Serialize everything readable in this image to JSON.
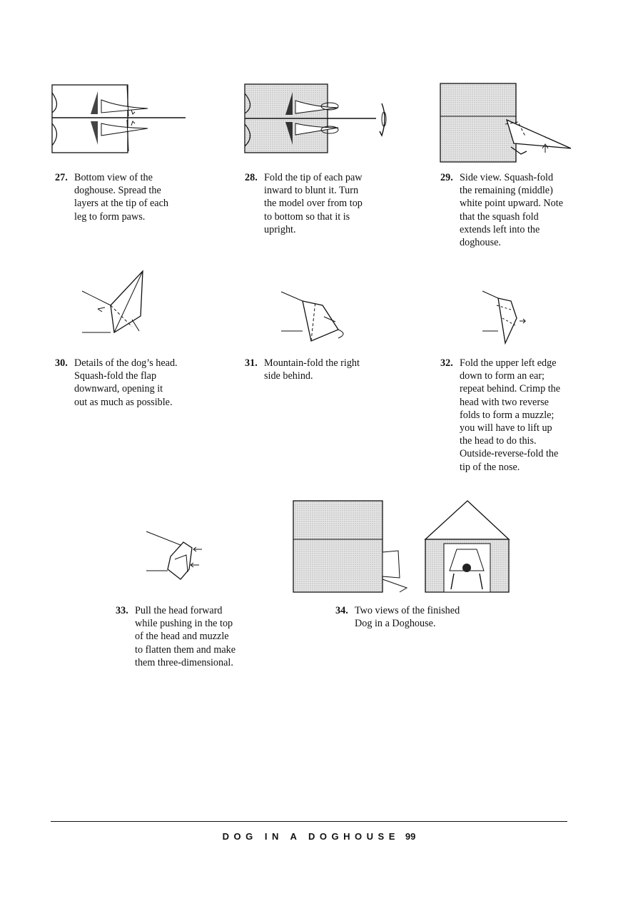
{
  "steps": [
    {
      "number": "27.",
      "lines": [
        "Bottom view of the",
        "doghouse. Spread the",
        "layers at the tip of each",
        "leg to form paws."
      ]
    },
    {
      "number": "28.",
      "lines": [
        "Fold the tip of each paw",
        "inward to blunt it. Turn",
        "the model over from top",
        "to bottom so that it is",
        "upright."
      ]
    },
    {
      "number": "29.",
      "lines": [
        "Side view. Squash-fold",
        "the remaining (middle)",
        "white point upward. Note",
        "that the squash fold",
        "extends left into the",
        "doghouse."
      ]
    },
    {
      "number": "30.",
      "lines": [
        "Details of the dog’s head.",
        "Squash-fold the flap",
        "downward, opening it",
        "out as much as possible."
      ]
    },
    {
      "number": "31.",
      "lines": [
        "Mountain-fold the right",
        "side behind."
      ]
    },
    {
      "number": "32.",
      "lines": [
        "Fold the upper left edge",
        "down to form an ear;",
        "repeat behind. Crimp the",
        "head with two reverse",
        "folds to form a muzzle;",
        "you will have to lift up",
        "the head to do this.",
        "Outside-reverse-fold the",
        "tip of the nose."
      ]
    },
    {
      "number": "33.",
      "lines": [
        "Pull the head forward",
        "while pushing in the top",
        "of the head and muzzle",
        "to flatten them and make",
        "them three-dimensional."
      ]
    },
    {
      "number": "34.",
      "lines": [
        "Two views of the finished",
        "Dog in a Doghouse."
      ]
    }
  ],
  "footer": {
    "title": "DOG IN A DOGHOUSE",
    "page": "99"
  },
  "colors": {
    "ink": "#111111",
    "shade": "#d9d9d9",
    "dark": "#3a3a3a"
  }
}
